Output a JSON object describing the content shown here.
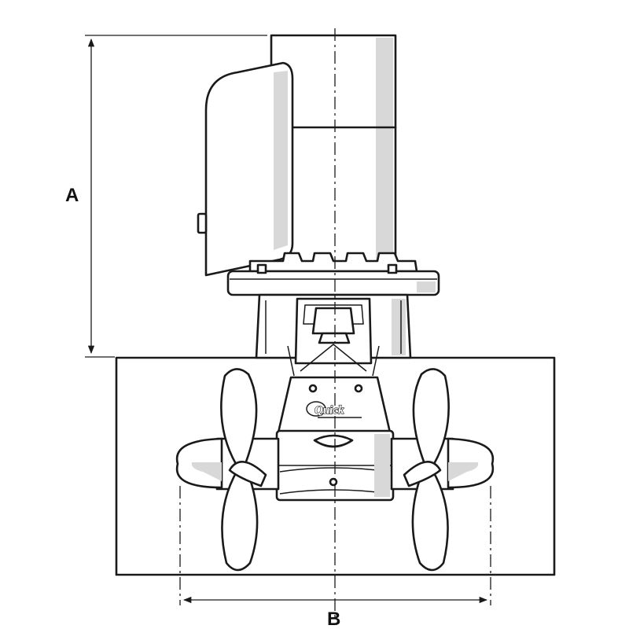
{
  "dimensions": {
    "a": {
      "label": "A"
    },
    "b": {
      "label": "B"
    }
  },
  "brand": {
    "logo_text": "Quick"
  },
  "colors": {
    "line": "#1a1a1a",
    "shade": "#d8d8d8",
    "background": "#ffffff"
  }
}
